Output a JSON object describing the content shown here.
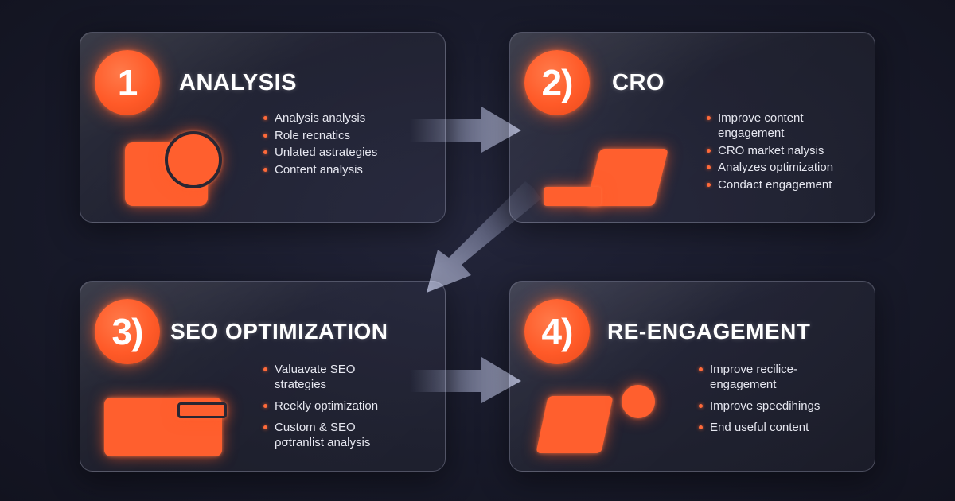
{
  "steps": [
    {
      "number": "1",
      "title": "ANALYSIS",
      "bullets": [
        "Analysis analysis",
        "Role recnatics",
        "Unlated astrategies",
        "Content analysis"
      ],
      "illustration": "square-with-circle-icon"
    },
    {
      "number": "2)",
      "title": "CRO",
      "bullets": [
        "Improve content engagement",
        "CRO market nalysis",
        "Analyzes optimization",
        "Condact engagement"
      ],
      "illustration": "laptop-icon"
    },
    {
      "number": "3)",
      "title": "SEO OPTIMIZATION",
      "bullets": [
        "Valuavate SEO strategies",
        "Reekly optimization",
        "Custom & SEO ρσtranlist analysis"
      ],
      "illustration": "folder-icon"
    },
    {
      "number": "4)",
      "title": "RE-ENGAGEMENT",
      "bullets": [
        "Improve recilice-engagement",
        "Improve speedihings",
        "End useful content"
      ],
      "illustration": "card-with-circle-icon"
    }
  ],
  "colors": {
    "accent": "#ff5f2e",
    "background": "#181a2a",
    "card_border": "#c8cde6",
    "text": "#e6e7f0"
  },
  "connectors": [
    "arrow-right-icon",
    "arrow-down-left-icon",
    "arrow-right-icon"
  ]
}
